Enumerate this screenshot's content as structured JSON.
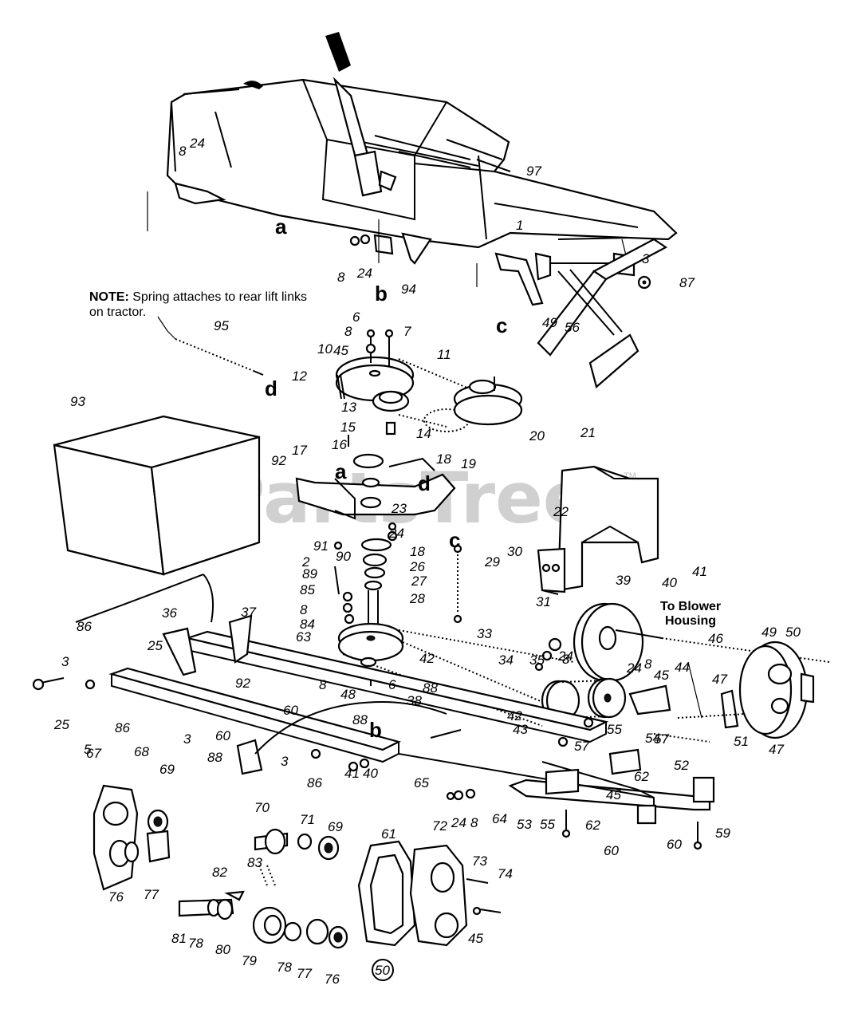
{
  "watermark": {
    "text": "PartsTree",
    "trademark": "TM"
  },
  "note": {
    "bold": "NOTE:",
    "line1": " Spring attaches to rear lift links",
    "line2": "on tractor."
  },
  "to_blower": {
    "line1": "To Blower",
    "line2": "Housing"
  },
  "page_marker": "50",
  "reference_letters": [
    "a",
    "b",
    "c",
    "d",
    "a",
    "d",
    "c",
    "b"
  ],
  "part_callouts": [
    "97",
    "8",
    "24",
    "8",
    "24",
    "94",
    "1",
    "3",
    "87",
    "49",
    "56",
    "95",
    "6",
    "8",
    "45",
    "7",
    "10",
    "11",
    "12",
    "13",
    "14",
    "15",
    "16",
    "17",
    "92",
    "18",
    "19",
    "20",
    "21",
    "22",
    "23",
    "24",
    "91",
    "90",
    "18",
    "2",
    "89",
    "26",
    "27",
    "85",
    "28",
    "8",
    "84",
    "63",
    "29",
    "30",
    "31",
    "39",
    "40",
    "41",
    "93",
    "36",
    "37",
    "86",
    "3",
    "25",
    "92",
    "25",
    "86",
    "3",
    "60",
    "60",
    "38",
    "88",
    "88",
    "88",
    "3",
    "86",
    "41",
    "40",
    "48",
    "8",
    "6",
    "42",
    "33",
    "34",
    "35",
    "8",
    "24",
    "24",
    "8",
    "45",
    "44",
    "46",
    "47",
    "49",
    "50",
    "51",
    "47",
    "52",
    "57",
    "54",
    "55",
    "42",
    "43",
    "45",
    "57",
    "62",
    "62",
    "65",
    "24",
    "8",
    "64",
    "53",
    "55",
    "60",
    "60",
    "59",
    "5",
    "67",
    "68",
    "69",
    "70",
    "71",
    "69",
    "61",
    "72",
    "73",
    "74",
    "45",
    "76",
    "77",
    "82",
    "83",
    "81",
    "78",
    "80",
    "79",
    "78",
    "77",
    "76"
  ]
}
